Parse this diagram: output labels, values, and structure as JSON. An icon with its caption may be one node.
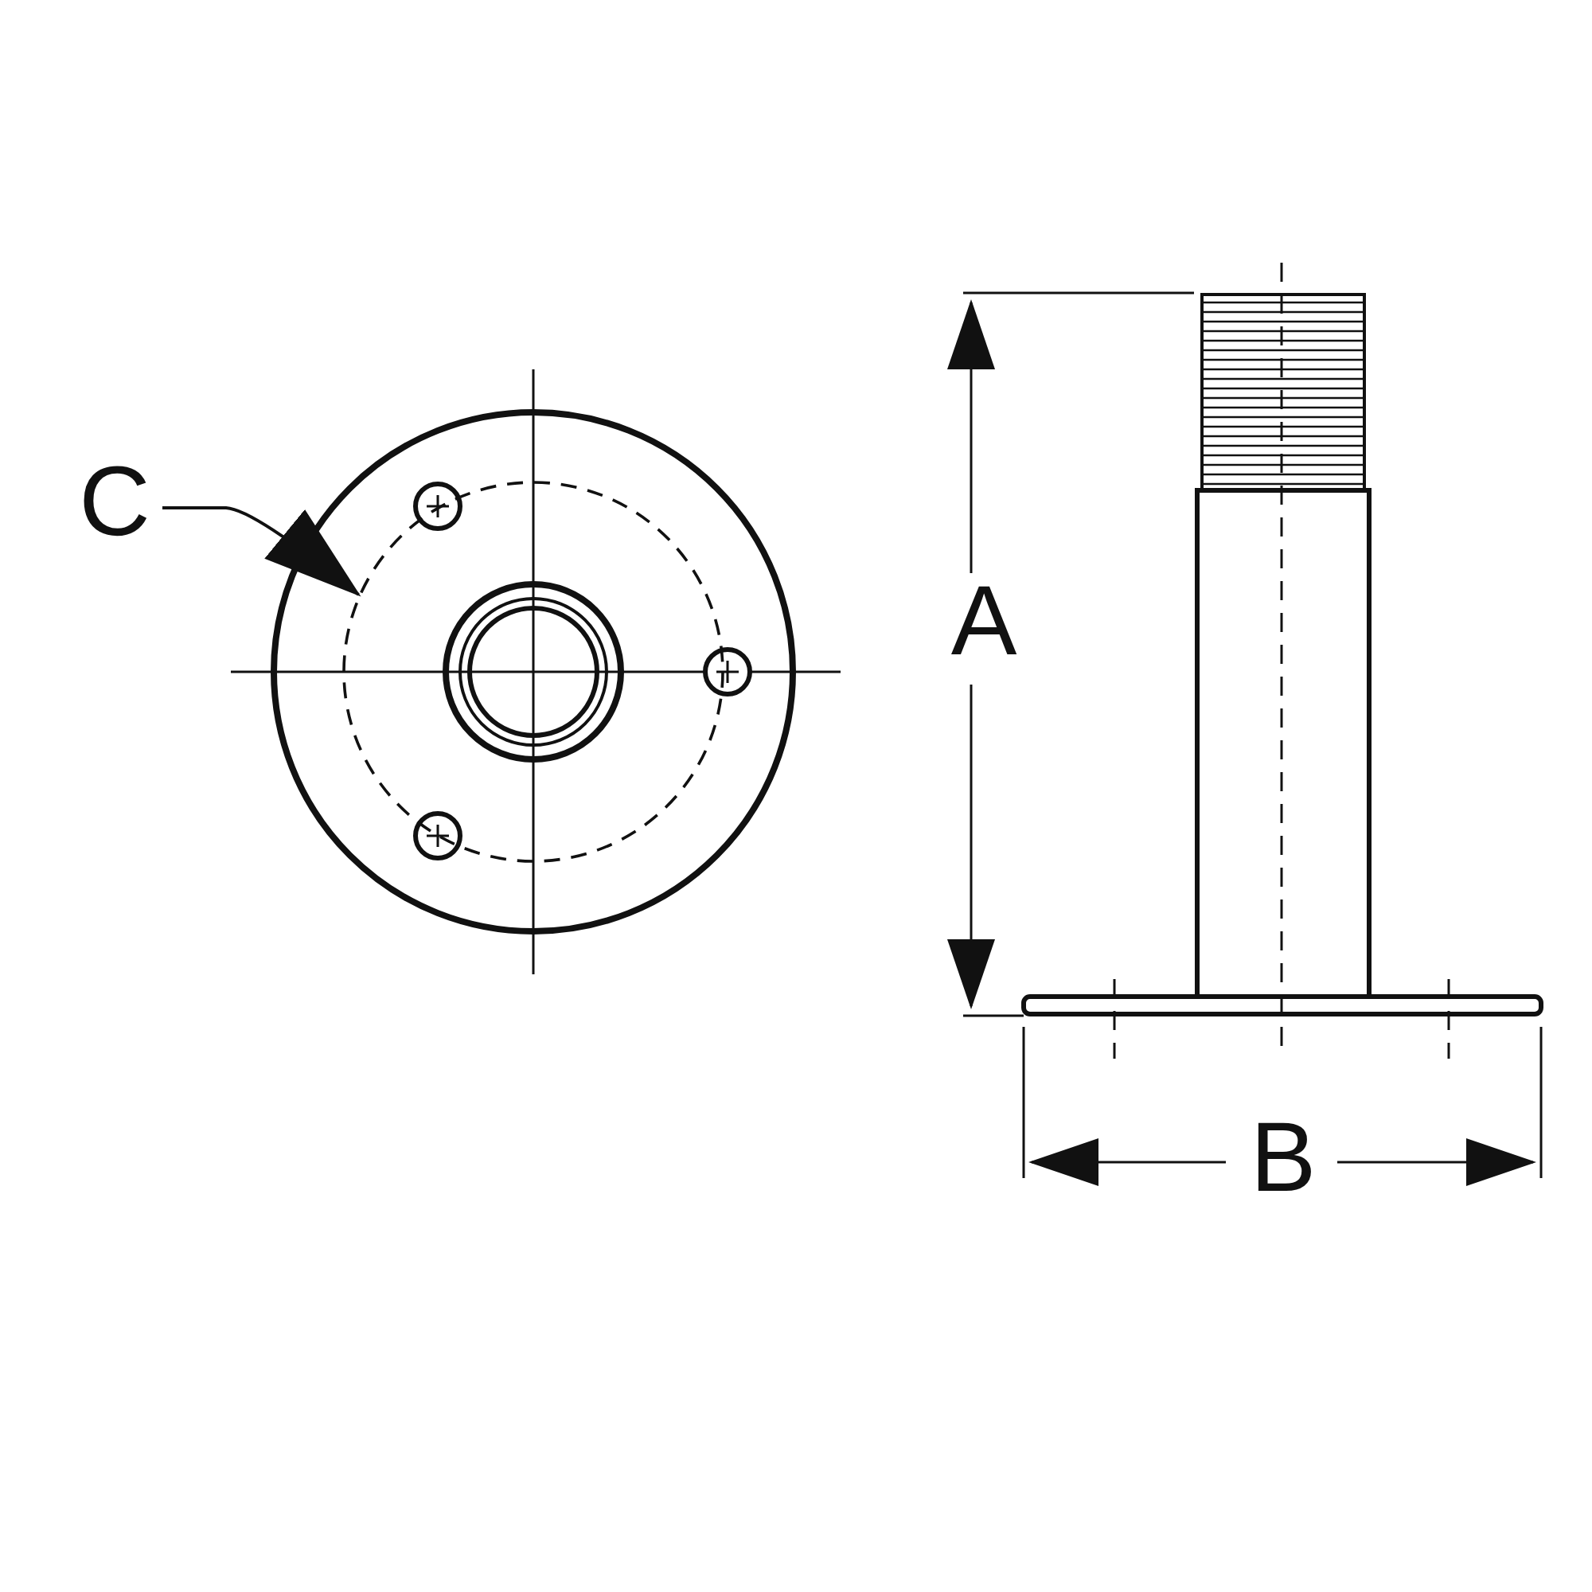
{
  "diagram": {
    "nodes": [
      {
        "text": [
          "C"
        ]
      },
      {
        "text": [],
        "shape": "circle"
      }
    ],
    "edges": [
      {
        "from": 0,
        "to": 1,
        "arrow": "to"
      }
    ],
    "labels": [
      "A",
      "B"
    ]
  }
}
